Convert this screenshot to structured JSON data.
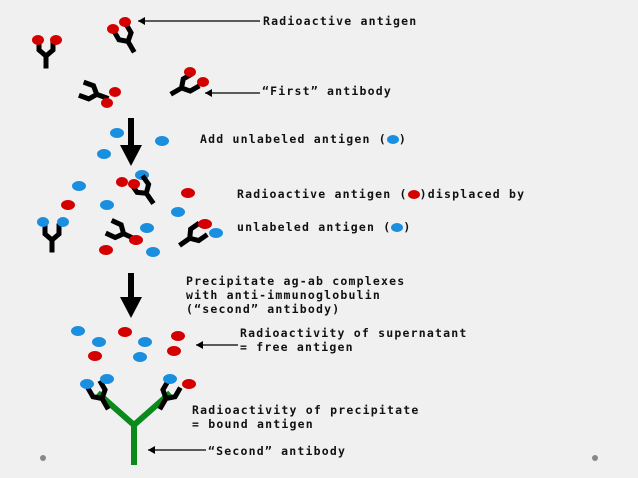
{
  "labels": {
    "radioactive_antigen": "Radioactive antigen",
    "first_antibody": "“First” antibody",
    "add_unlabeled_pre": "Add unlabeled antigen (",
    "add_unlabeled_post": ")",
    "displaced_pre": "Radioactive antigen (",
    "displaced_post": ")displaced by",
    "unlabeled_pre": "unlabeled antigen (",
    "unlabeled_post": ")",
    "precipitate_line1": "Precipitate ag-ab complexes",
    "precipitate_line2": "with anti-immunoglobulin",
    "precipitate_line3": "(“second” antibody)",
    "supernatant_line1": "Radioactivity of supernatant",
    "supernatant_line2": "= free antigen",
    "precipitate_radio_line1": "Radioactivity of precipitate",
    "precipitate_radio_line2": "= bound antigen",
    "second_antibody": "“Second” antibody"
  },
  "colors": {
    "radioactive_antigen": "#d40000",
    "unlabeled_antigen": "#1a8fe0",
    "antibody": "#000000",
    "second_antibody": "#0a8a1a",
    "background": "#f0f0f0"
  }
}
